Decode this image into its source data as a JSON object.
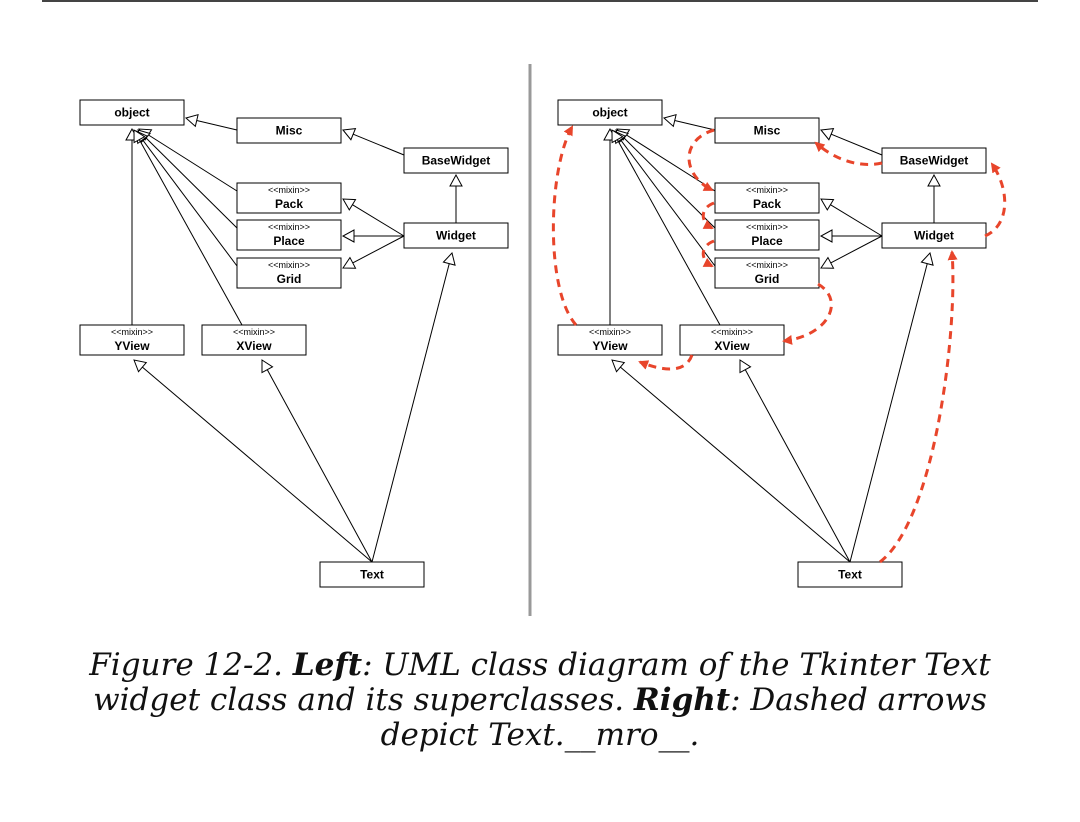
{
  "classes": {
    "object": "object",
    "misc": "Misc",
    "basewidget": "BaseWidget",
    "pack": "Pack",
    "place": "Place",
    "grid": "Grid",
    "widget": "Widget",
    "yview": "YView",
    "xview": "XView",
    "text": "Text",
    "mixin_stereotype": "<<mixin>>"
  },
  "caption": {
    "figure": "Figure 12-2. ",
    "left_label": "Left",
    "left_text": ": UML class diagram of the Tkinter Text widget class and its superclasses. ",
    "right_label": "Right",
    "right_text": ": Dashed arrows depict Text.__mro__."
  },
  "colors": {
    "mro_arrow": "#e8452b",
    "line": "#000000",
    "divider": "#999999"
  }
}
